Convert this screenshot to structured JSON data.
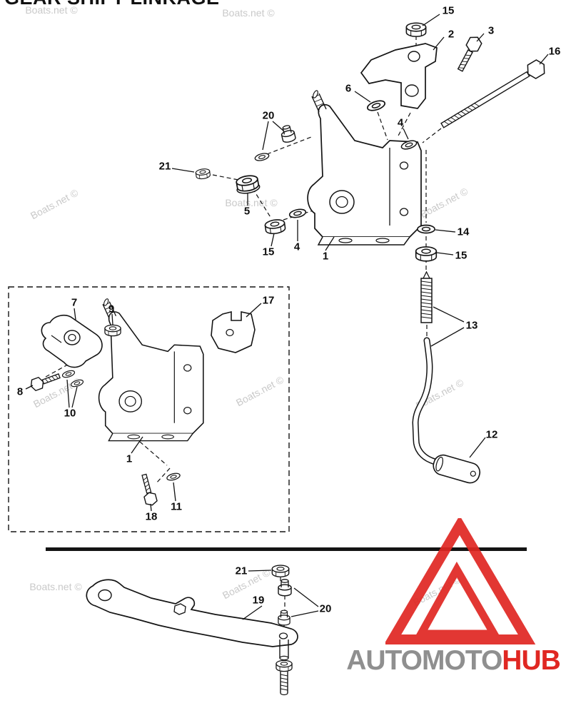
{
  "page": {
    "title": "GEAR SHIFT LINKAGE"
  },
  "watermark": {
    "text": "Boats.net ©"
  },
  "callouts": {
    "c15a": "15",
    "c2": "2",
    "c3": "3",
    "c16": "16",
    "c6": "6",
    "c20a": "20",
    "c4a": "4",
    "c21a": "21",
    "c5": "5",
    "c15b": "15",
    "c4b": "4",
    "c1a": "1",
    "c14": "14",
    "c15c": "15",
    "c13": "13",
    "c12": "12",
    "c7": "7",
    "c9": "9",
    "c17": "17",
    "c8": "8",
    "c10": "10",
    "c1b": "1",
    "c18": "18",
    "c11": "11",
    "c21b": "21",
    "c19": "19",
    "c20b": "20"
  },
  "logo": {
    "brand_gray": "AUTOMOTO",
    "brand_red": "HUB",
    "triangle_color": "#e02722",
    "gray_color": "#8f8f8f"
  }
}
